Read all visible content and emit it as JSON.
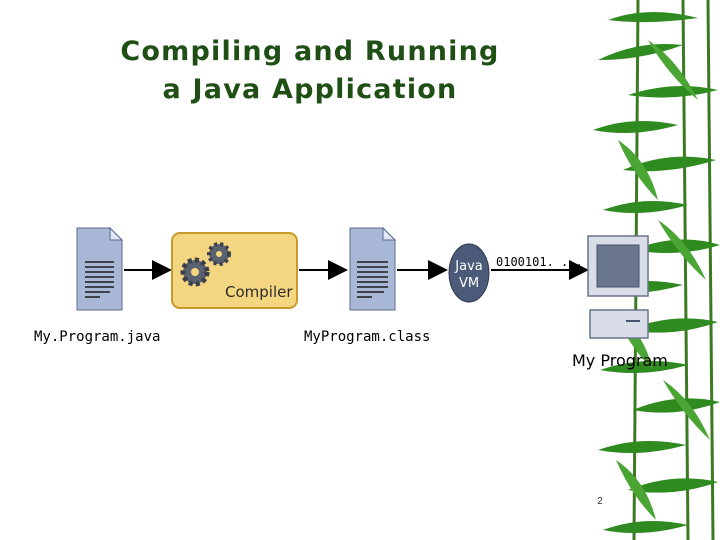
{
  "title": {
    "line1": "Compiling and Running",
    "line2": "a Java Application"
  },
  "diagram": {
    "source_file": {
      "label": "My.Program.java",
      "icon": "document-icon"
    },
    "compiler": {
      "label": "Compiler",
      "icon": "gears-icon",
      "fill": "#f5d680",
      "stroke": "#c79a2e"
    },
    "class_file": {
      "label": "MyProgram.class",
      "icon": "document-icon"
    },
    "jvm": {
      "label_line1": "Java",
      "label_line2": "VM",
      "fill": "#4b5a78"
    },
    "bytecode": {
      "label": "0100101. . ."
    },
    "computer": {
      "label": "My Program",
      "icon": "computer-icon"
    }
  },
  "footer": {
    "page_number": "2"
  },
  "colors": {
    "title": "#1f4f14",
    "bamboo_leaf": "#2f8a1f",
    "bamboo_stem": "#3c7a22",
    "document_fill": "#aab8d8"
  }
}
